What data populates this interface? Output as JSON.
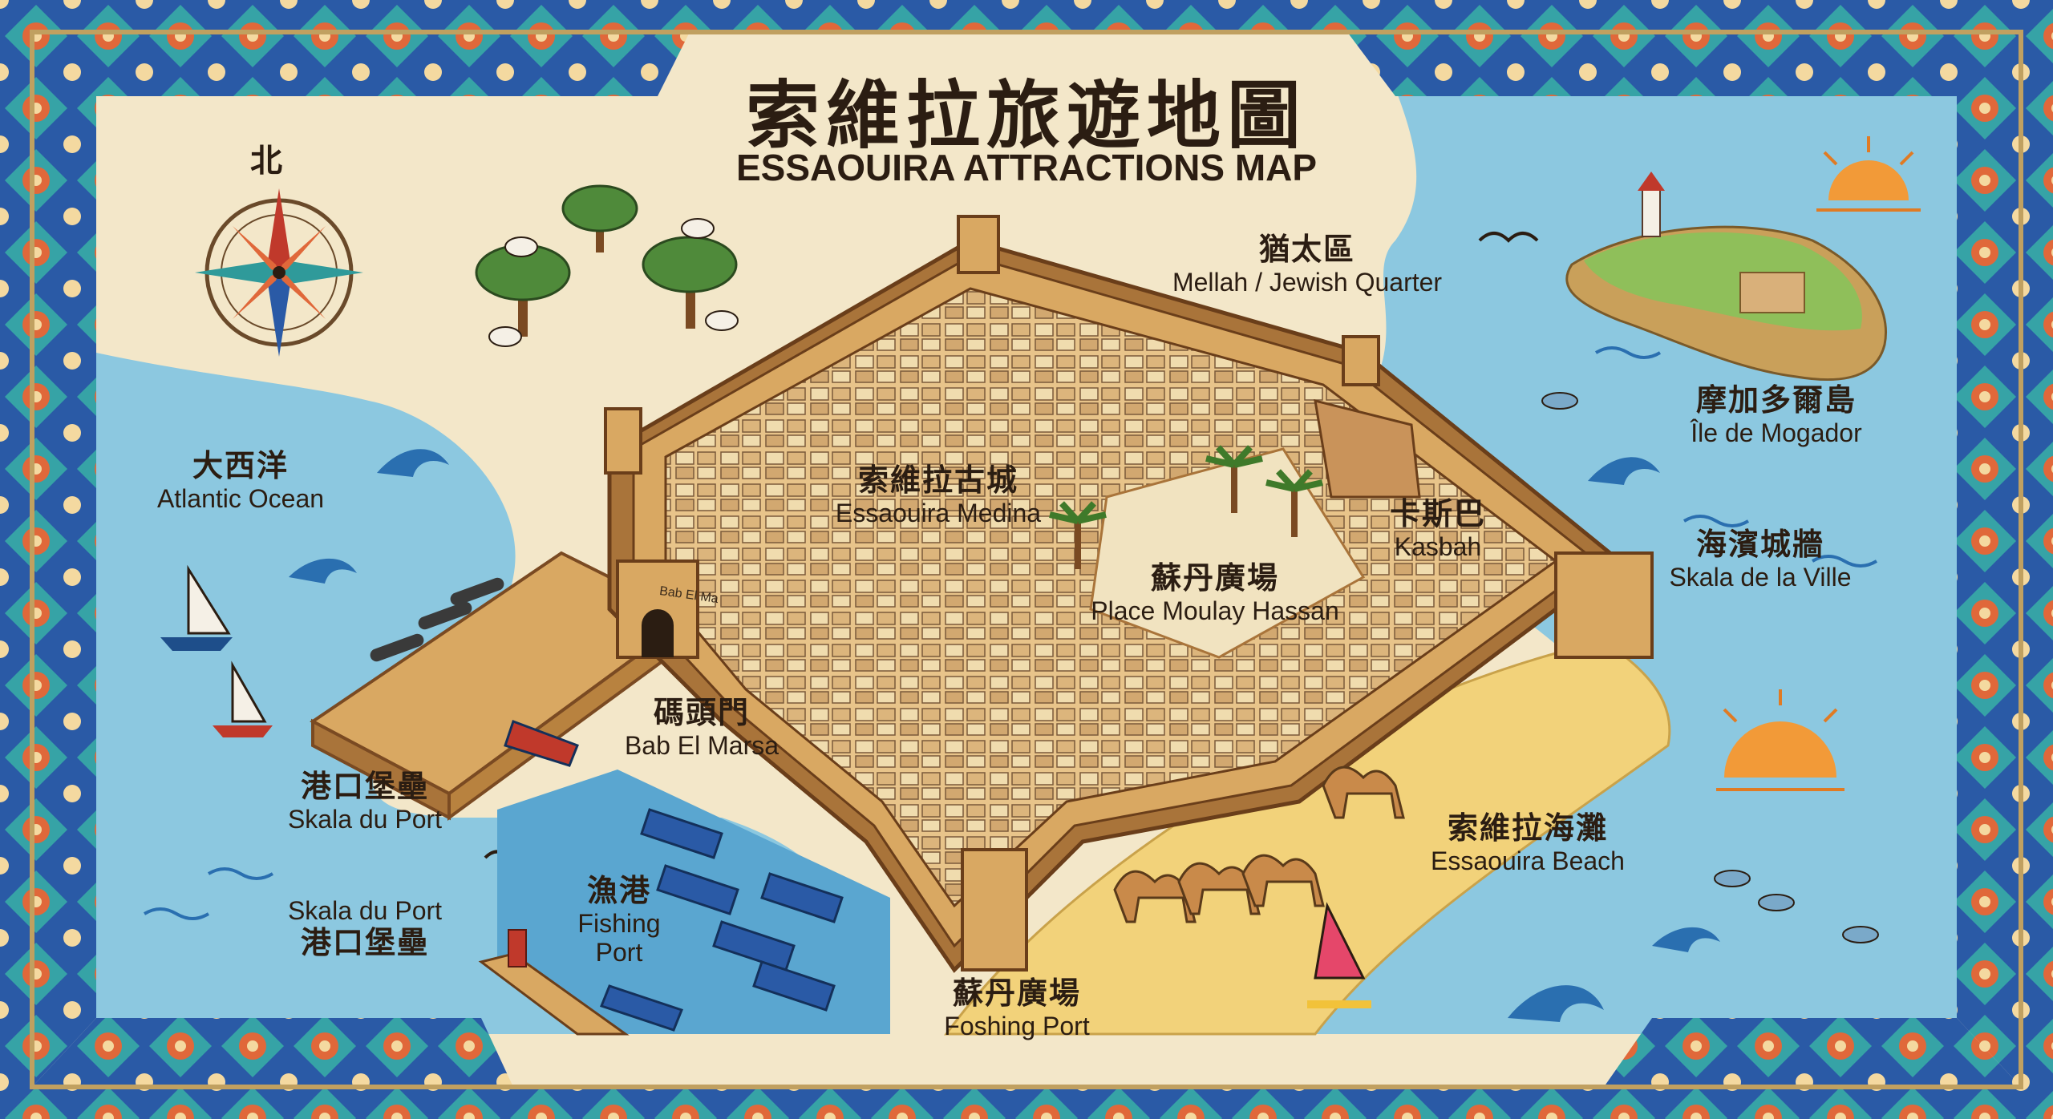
{
  "title": {
    "zh": "索維拉旅遊地圖",
    "en": "ESSAOUIRA ATTRACTIONS MAP"
  },
  "compass": {
    "north_label": "北"
  },
  "gate_sign": "Bab El Ma",
  "labels": {
    "atlantic": {
      "zh": "大西洋",
      "en": "Atlantic Ocean"
    },
    "mellah": {
      "zh": "猶太區",
      "en": "Mellah / Jewish Quarter"
    },
    "mogador": {
      "zh": "摩加多爾島",
      "en": "Île de Mogador"
    },
    "medina": {
      "zh": "索維拉古城",
      "en": "Essaouira Medina"
    },
    "kasbah": {
      "zh": "卡斯巴",
      "en": "Kasbah"
    },
    "skala_ville": {
      "zh": "海濱城牆",
      "en": "Skala de la Ville"
    },
    "place": {
      "zh": "蘇丹廣場",
      "en": "Place Moulay Hassan"
    },
    "marsa": {
      "zh": "碼頭門",
      "en": "Bab El Marsa"
    },
    "skala_port": {
      "zh": "港口堡壘",
      "en": "Skala du Port"
    },
    "skala_port_2": {
      "en": "Skala du Port",
      "zh": "港口堡壘"
    },
    "fishing": {
      "zh": "漁港",
      "en1": "Fishing",
      "en2": "Port"
    },
    "beach": {
      "zh": "索維拉海灘",
      "en": "Essaouira Beach"
    },
    "foshing": {
      "zh": "蘇丹廣場",
      "en": "Foshing Port"
    }
  },
  "colors": {
    "ocean": "#8cc8e0",
    "ocean_deep": "#4f9ec4",
    "land": "#f1e3c0",
    "wall": "#d9a862",
    "wall_dark": "#a9743a",
    "sand": "#f2d27a",
    "border_blue": "#2a5aa6",
    "border_teal": "#2f9a9a",
    "border_orange": "#d8643a"
  }
}
